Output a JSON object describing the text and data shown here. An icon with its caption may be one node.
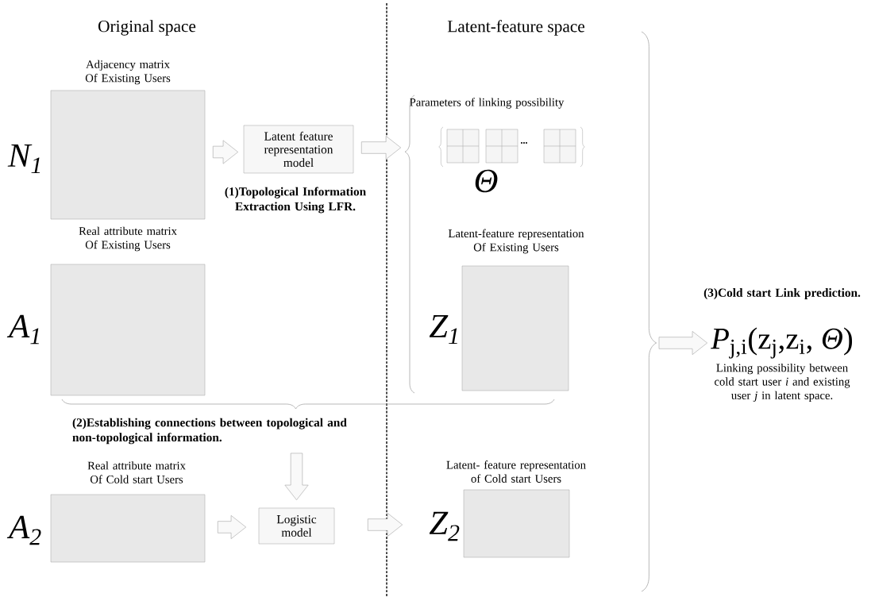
{
  "diagram": {
    "nodes": [
      {
        "text": [
          "Adjacency matrix Of Existing Users"
        ],
        "beside": [
          "N$_{1}$"
        ]
      },
      {
        "text": [
          "Latent feature representation model"
        ],
        "beside": [
          "(1)Topological Information Extraction Using LFR."
        ]
      },
      {
        "text": [
          "Parameters of linking possibility"
        ],
        "beside": [
          "Θ"
        ]
      },
      {
        "text": [
          "Real attribute matrix Of Existing Users"
        ],
        "beside": [
          "A$_{1}$"
        ]
      },
      {
        "text": [
          "Latent-feature representation Of Existing Users"
        ],
        "beside": [
          "Z$_{1}$"
        ]
      },
      {
        "text": [
          "(2)Establishing connections between topological and non-topological information."
        ]
      },
      {
        "text": [
          "Real attribute matrix Of Cold start Users"
        ],
        "beside": [
          "A$_{2}$"
        ]
      },
      {
        "text": [
          "Logistic model"
        ]
      },
      {
        "text": [
          "Latent- feature representation of Cold start Users"
        ],
        "beside": [
          "Z$_{2}$"
        ]
      },
      {
        "text": [
          "(3)Cold start Link prediction.",
          "*P*$_{j,i}$(z$_{j}$,z$_{i}$, *Θ*)",
          "Linking possibility between cold start user *i* and existing user *j* in latent space."
        ]
      }
    ],
    "edges": [
      {
        "from": 0,
        "to": 1,
        "arrow": "to"
      },
      {
        "from": 1,
        "to": 2,
        "arrow": "to"
      },
      {
        "from": 6,
        "to": 7,
        "arrow": "to"
      },
      {
        "from": 5,
        "to": 7,
        "arrow": "to"
      },
      {
        "from": 7,
        "to": 8,
        "arrow": "to"
      },
      {
        "from": null,
        "to": 9,
        "arrow": "to"
      }
    ],
    "labels": [
      "Original space",
      "Latent-feature space",
      "..."
    ]
  }
}
